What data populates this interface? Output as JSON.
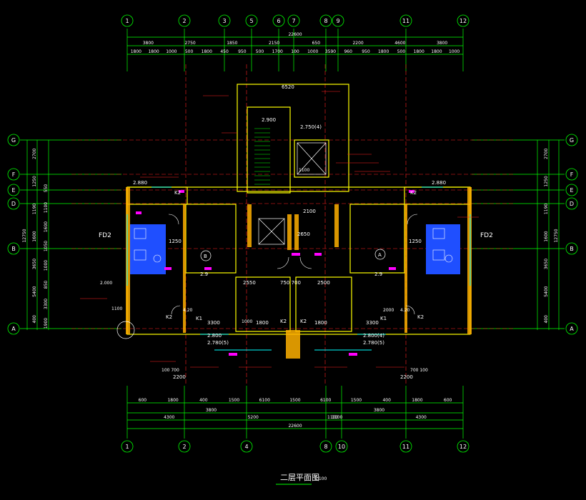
{
  "title": "二层平面图",
  "scale": "1:100",
  "colors": {
    "background": "#000000",
    "axis": "#00ff00",
    "dimension": "#00ff00",
    "wall": "#ffff00",
    "wall_fill": "#ffb000",
    "text": "#ffffff",
    "red": "#ff2020",
    "cyan": "#00ffff",
    "blue": "#1f4fff",
    "magenta": "#ff00ff",
    "orange": "#ff8000"
  },
  "axes": {
    "top": [
      "1",
      "2",
      "3",
      "5",
      "6",
      "7",
      "8",
      "9",
      "11",
      "12"
    ],
    "bottom": [
      "1",
      "2",
      "4",
      "8",
      "10",
      "11",
      "12"
    ],
    "left": [
      "G",
      "F",
      "E",
      "D",
      "B",
      "A"
    ],
    "right": [
      "G",
      "F",
      "E",
      "D",
      "B",
      "A"
    ]
  },
  "dims": {
    "top_total": "22600",
    "top_row1": [
      "3800",
      "2750",
      "1850",
      "2150",
      "650",
      "2200",
      "4600",
      "3800"
    ],
    "top_row2": [
      "1800",
      "1800",
      "1000",
      "500",
      "1800",
      "450",
      "950",
      "500",
      "1700",
      "100",
      "1000",
      "3590",
      "960",
      "950",
      "1800",
      "500",
      "1800",
      "1800",
      "1000"
    ],
    "bottom_row1": [
      "600",
      "1800",
      "400",
      "1500",
      "6100",
      "1500",
      "6100",
      "1500",
      "400",
      "1800",
      "600"
    ],
    "bottom_row2": [
      "4300",
      "5200",
      "1100",
      "4300"
    ],
    "bottom_row3": [
      "3800",
      "3800"
    ],
    "bottom_total": "22600",
    "left_outer": [
      "2700",
      "1250",
      "1190",
      "1600",
      "3650",
      "5400",
      "400"
    ],
    "left_inner": [
      "550",
      "1100",
      "1600",
      "1050",
      "1000",
      "850",
      "3300",
      "1900"
    ],
    "left_total": "12750",
    "right_outer": [
      "2700",
      "1250",
      "1190",
      "1600",
      "3650",
      "5400",
      "400"
    ],
    "right_total": "12750"
  },
  "labels": {
    "stair_top": "2.900",
    "level_1": "2.750(4)",
    "level_2": "2.800",
    "level_3": "2.800(4)",
    "level_4": "2.780(5)",
    "room_fd_left": "FD2",
    "room_fd_right": "FD2",
    "level_left": "2.880",
    "level_right": "2.880",
    "k1_left": "K1",
    "k1_right": "K1",
    "k2_left": "K2",
    "k2_right": "K2",
    "k2_mid_left": "K2",
    "k2_mid_right": "K2",
    "k2_top_left": "K2",
    "k2_top_right": "K2",
    "dim_3300_left": "3300",
    "dim_3300_right": "3300",
    "dim_1800_left": "1800",
    "dim_1800_right": "1800",
    "dim_2550": "2550",
    "dim_750_700": "750 700",
    "dim_2500": "2500",
    "dim_1250_left": "1250",
    "dim_1250_right": "1250",
    "dim_2100": "2100",
    "dim_2650": "2650",
    "dim_6520": "6520",
    "dim_2200_left": "2200",
    "dim_2200_right": "2200",
    "dim_100_700_left": "100 700",
    "dim_700_100_right": "700 100",
    "dim_1100_left": "1100",
    "level_2_9_left": "2.9",
    "level_2_9_right": "2.9",
    "dim_2000_left": "2.000",
    "dim_2000_right": "2000",
    "dim_4_20_left": "4.20",
    "dim_4_20_right": "4.20",
    "dim_1000_center": "1000",
    "dim_1100_center": "1100",
    "dim_1100_bottom": "1100"
  }
}
